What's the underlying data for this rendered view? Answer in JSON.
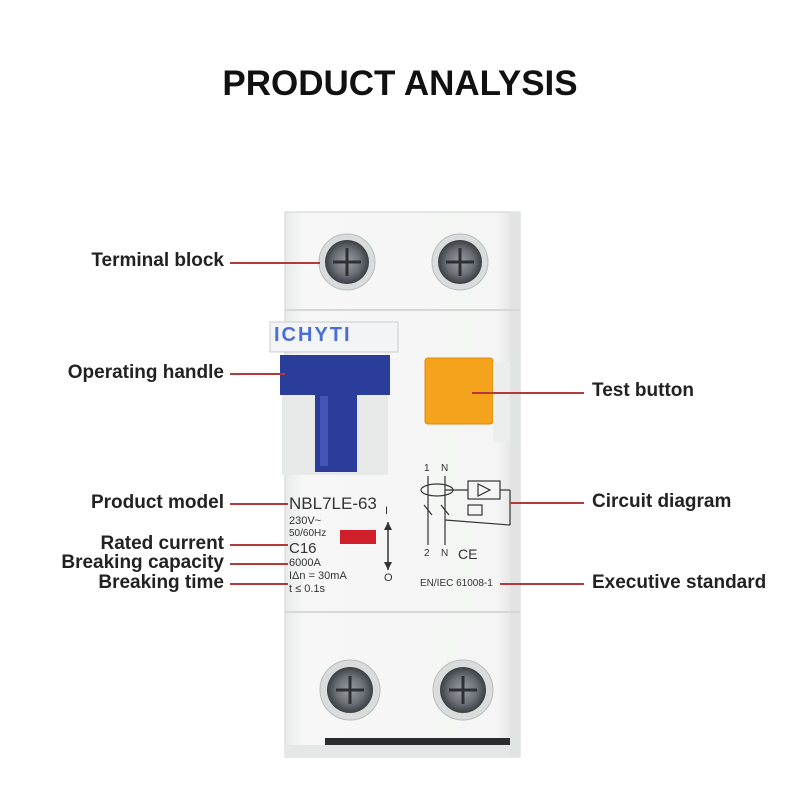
{
  "title": "PRODUCT ANALYSIS",
  "labels": {
    "terminal_block": "Terminal block",
    "operating_handle": "Operating handle",
    "product_model": "Product model",
    "rated_current": "Rated current",
    "breaking_capacity": "Breaking capacity",
    "breaking_time": "Breaking time",
    "test_button": "Test button",
    "circuit_diagram": "Circuit diagram",
    "executive_standard": "Executive standard"
  },
  "device": {
    "brand": "ICHYTI",
    "model": "NBL7LE-63",
    "voltage": "230V~",
    "frequency": "50/60Hz",
    "current": "C16",
    "capacity": "6000A",
    "residual": "IΔn = 30mA",
    "time": "t ≤ 0.1s",
    "standard": "EN/IEC 61008-1",
    "terminal_1": "1",
    "terminal_n": "N",
    "terminal_2": "2",
    "terminal_n2": "N",
    "on_mark": "I",
    "off_mark": "O",
    "ce_mark": "CE"
  },
  "colors": {
    "leader_line": "#b23a3a",
    "handle": "#2b3d9a",
    "test_button": "#f5a21c",
    "brand_label": "#4a6fd0",
    "indicator": "#d01f2a"
  }
}
